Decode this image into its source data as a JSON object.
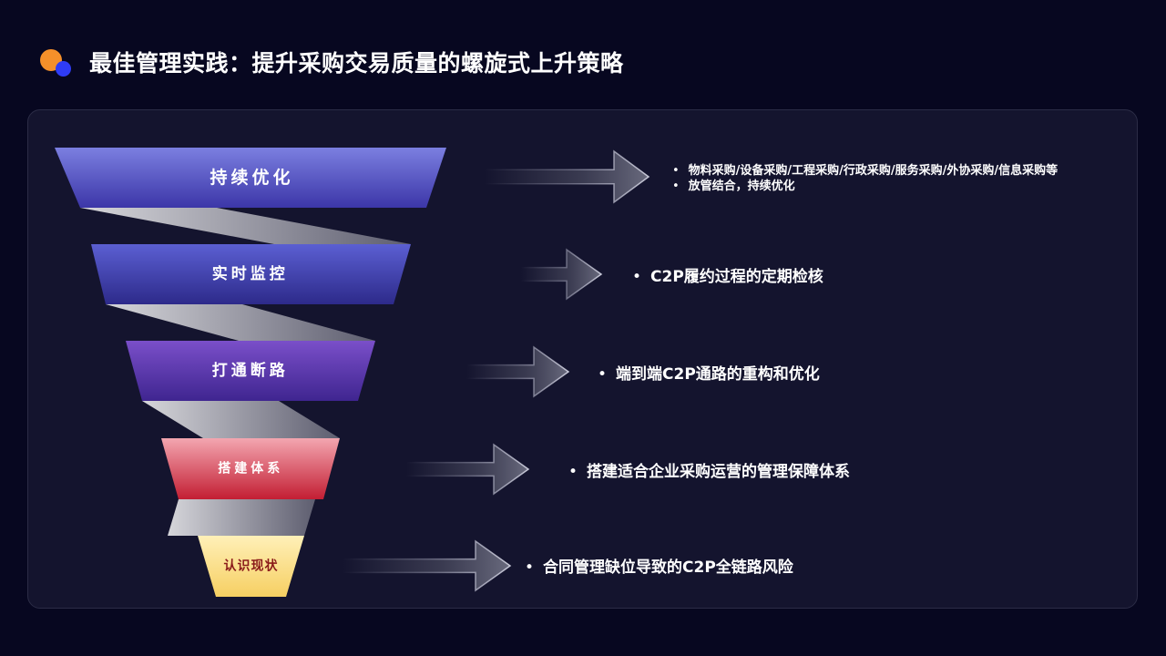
{
  "header": {
    "title": "最佳管理实践：提升采购交易质量的螺旋式上升策略"
  },
  "funnel": {
    "levels": [
      {
        "label": "持续优化",
        "color_top": "#7b7fe0",
        "color_bottom": "#3c36a8",
        "bullets": [
          "物料采购/设备采购/工程采购/行政采购/服务采购/外协采购/信息采购等",
          "放管结合，持续优化"
        ]
      },
      {
        "label": "实时监控",
        "color_top": "#5b5fd2",
        "color_bottom": "#2d2a8a",
        "bullets": [
          "C2P履约过程的定期检核"
        ]
      },
      {
        "label": "打通断路",
        "color_top": "#7a4fc9",
        "color_bottom": "#3f2590",
        "bullets": [
          "端到端C2P通路的重构和优化"
        ]
      },
      {
        "label": "搭建体系",
        "color_top": "#f3a6b0",
        "color_bottom": "#c31e33",
        "bullets": [
          "搭建适合企业采购运营的管理保障体系"
        ]
      },
      {
        "label": "认识现状",
        "color_top": "#fff0b8",
        "color_bottom": "#f6cf62",
        "bullets": [
          "合同管理缺位导致的C2P全链路风险"
        ]
      }
    ]
  }
}
